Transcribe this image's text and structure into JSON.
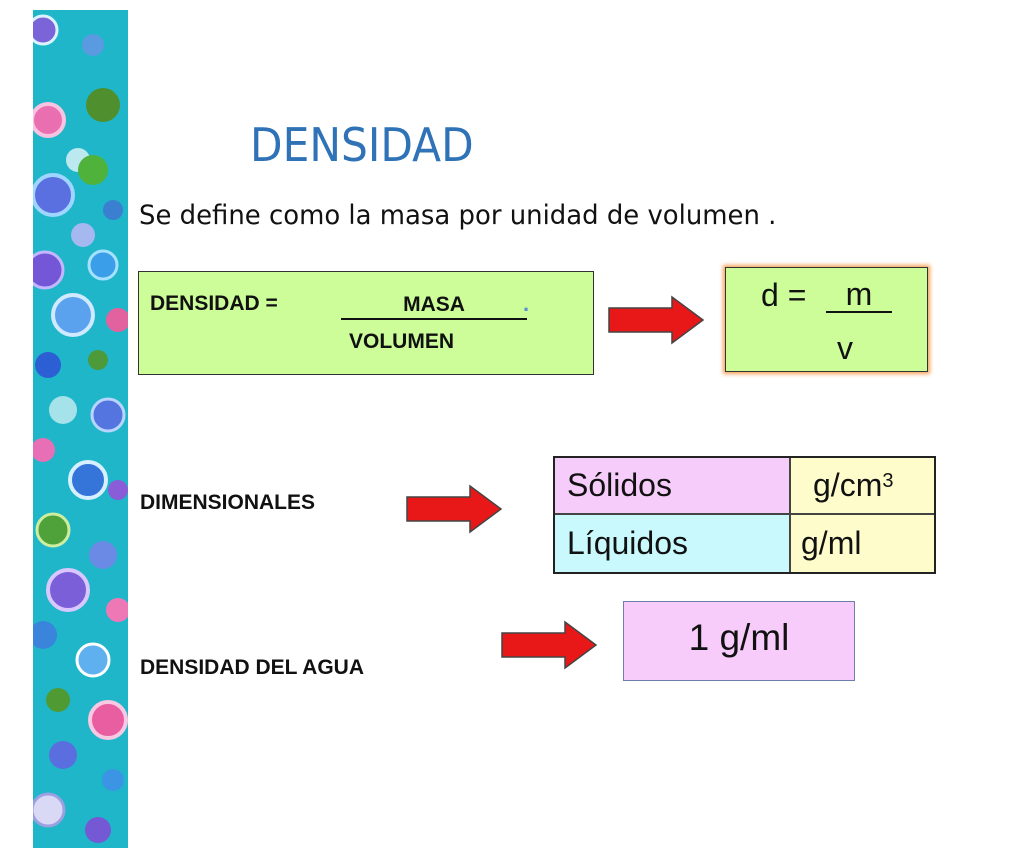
{
  "title": "DENSIDAD",
  "subtitle": "Se define como la masa por unidad de volumen .",
  "formula": {
    "label": "DENSIDAD =",
    "numerator": "MASA",
    "dot": ".",
    "denominator": "VOLUMEN"
  },
  "symbolic": {
    "lhs": "d =",
    "numerator": "m",
    "denominator": "v"
  },
  "dimensionales": {
    "label": "DIMENSIONALES",
    "rows": [
      {
        "state": "Sólidos",
        "unit": "g/cm",
        "exponent": "3"
      },
      {
        "state": "Líquidos",
        "unit": "g/ml",
        "exponent": ""
      }
    ]
  },
  "agua": {
    "label": "DENSIDAD DEL AGUA",
    "value": "1 g/ml"
  },
  "colors": {
    "title": "#2f73b6",
    "green_box": "#ccfd99",
    "pink": "#f6ccfa",
    "yellow": "#fffccc",
    "cyan": "#c9f9fd",
    "arrow": "#e81818"
  }
}
